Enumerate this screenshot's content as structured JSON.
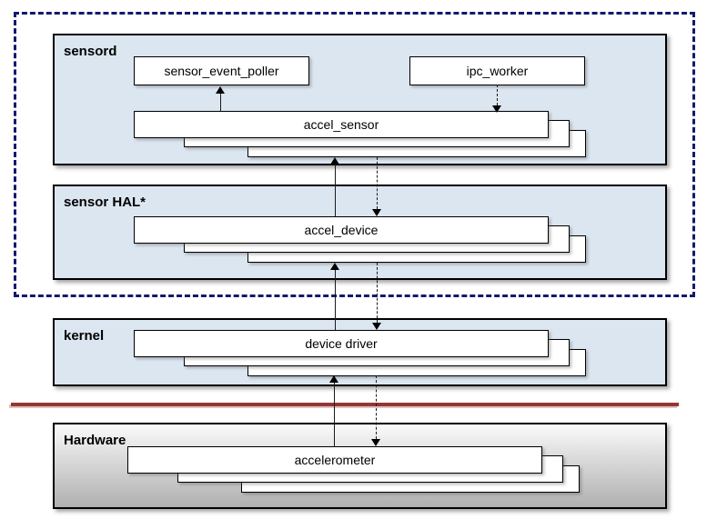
{
  "sections": {
    "sensord": {
      "label": "sensord",
      "nodes": {
        "sensor_event_poller": "sensor_event_poller",
        "ipc_worker": "ipc_worker",
        "accel_sensor": "accel_sensor"
      }
    },
    "sensor_hal": {
      "label": "sensor HAL*",
      "nodes": {
        "accel_device": "accel_device"
      }
    },
    "kernel": {
      "label": "kernel",
      "nodes": {
        "device_driver": "device driver"
      }
    },
    "hardware": {
      "label": "Hardware",
      "nodes": {
        "accelerometer": "accelerometer"
      }
    }
  },
  "colors": {
    "layer_fill": "#dce6f1",
    "boundary_dash": "#121a6e",
    "divider_red": "#943634",
    "box_border": "#000000"
  },
  "connections": [
    {
      "from": "accel_sensor",
      "to": "sensor_event_poller",
      "style": "solid"
    },
    {
      "from": "ipc_worker",
      "to": "accel_sensor",
      "style": "dashed"
    },
    {
      "from": "accel_device",
      "to": "accel_sensor",
      "style": "solid"
    },
    {
      "from": "accel_sensor",
      "to": "accel_device",
      "style": "dashed"
    },
    {
      "from": "device_driver",
      "to": "accel_device",
      "style": "solid"
    },
    {
      "from": "accel_device",
      "to": "device_driver",
      "style": "dashed"
    },
    {
      "from": "accelerometer",
      "to": "device_driver",
      "style": "solid"
    },
    {
      "from": "device_driver",
      "to": "accelerometer",
      "style": "dashed"
    }
  ]
}
